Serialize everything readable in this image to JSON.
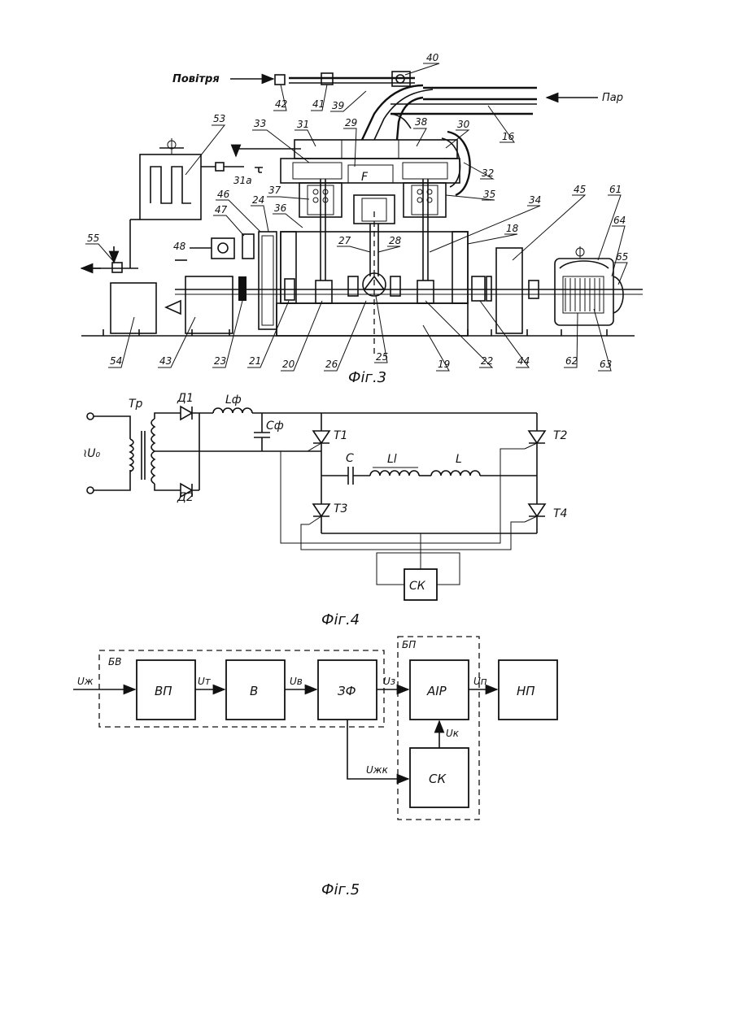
{
  "fig3": {
    "caption": "Фіг.3",
    "air_label": "Повітря",
    "steam_label": "Пар",
    "label_F": "F",
    "labels": {
      "n40": "40",
      "n42": "42",
      "n41": "41",
      "n39": "39",
      "n16": "16",
      "n53": "53",
      "n33": "33",
      "n31": "31",
      "n29": "29",
      "n38": "38",
      "n30": "30",
      "n31a": "31а",
      "n32": "32",
      "n37": "37",
      "n35": "35",
      "n34": "34",
      "n45": "45",
      "n61": "61",
      "n64": "64",
      "n65": "65",
      "n46": "46",
      "n24": "24",
      "n36": "36",
      "n47": "47",
      "n27": "27",
      "n28": "28",
      "n18": "18",
      "n48": "48",
      "n55": "55",
      "n54": "54",
      "n43": "43",
      "n23": "23",
      "n21": "21",
      "n20": "20",
      "n26": "26",
      "n25": "25",
      "n19": "19",
      "n22": "22",
      "n44": "44",
      "n62": "62",
      "n63": "63"
    }
  },
  "fig4": {
    "caption": "Фіг.4",
    "source": "≀U₀",
    "transformer": "Тр",
    "d1": "Д1",
    "d2": "Д2",
    "lf": "Lф",
    "cf": "Сф",
    "t1": "Т1",
    "t2": "Т2",
    "t3": "Т3",
    "t4": "Т4",
    "c": "С",
    "l1": "Ll",
    "l": "L",
    "control": "СК"
  },
  "fig5": {
    "caption": "Фіг.5",
    "group_bv": "БВ",
    "group_bp": "БП",
    "blocks": {
      "vp": "ВП",
      "v": "В",
      "zf": "ЗФ",
      "air": "АІР",
      "np": "НП",
      "sk": "СК"
    },
    "signals": {
      "uzh": "Uж",
      "ut": "Uт",
      "uv": "Uв",
      "uz": "Uз",
      "up": "Uп",
      "uk": "Uк",
      "uzhk": "Uжк"
    }
  }
}
